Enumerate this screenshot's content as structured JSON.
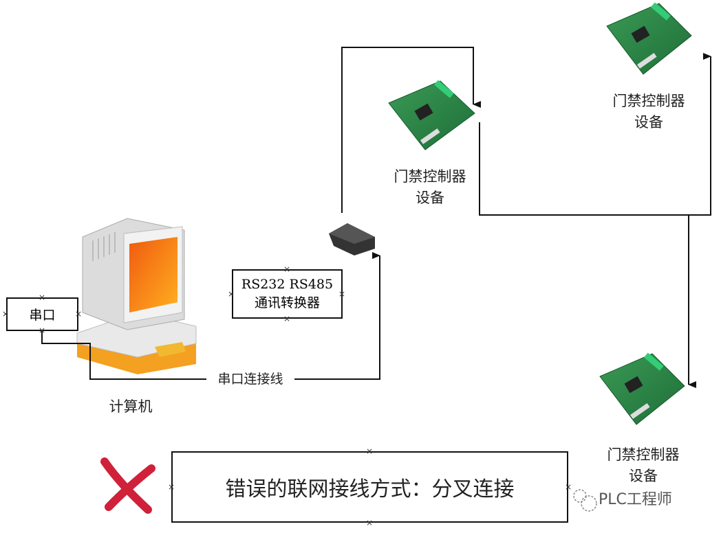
{
  "title": "错误的联网接线方式：分叉连接",
  "serial_port_label": "串口",
  "computer_label": "计算机",
  "serial_cable_label": "串口连接线",
  "converter": {
    "line1": "RS232 RS485",
    "line2": "通讯转换器"
  },
  "controllers": [
    {
      "line1": "门禁控制器",
      "line2": "设备"
    },
    {
      "line1": "门禁控制器",
      "line2": "设备"
    },
    {
      "line1": "门禁控制器",
      "line2": "设备"
    }
  ],
  "watermark": "PLC工程师",
  "colors": {
    "wrong_mark": "#d0213a",
    "board": "#2f8a4a",
    "screen": "#f07a10"
  }
}
